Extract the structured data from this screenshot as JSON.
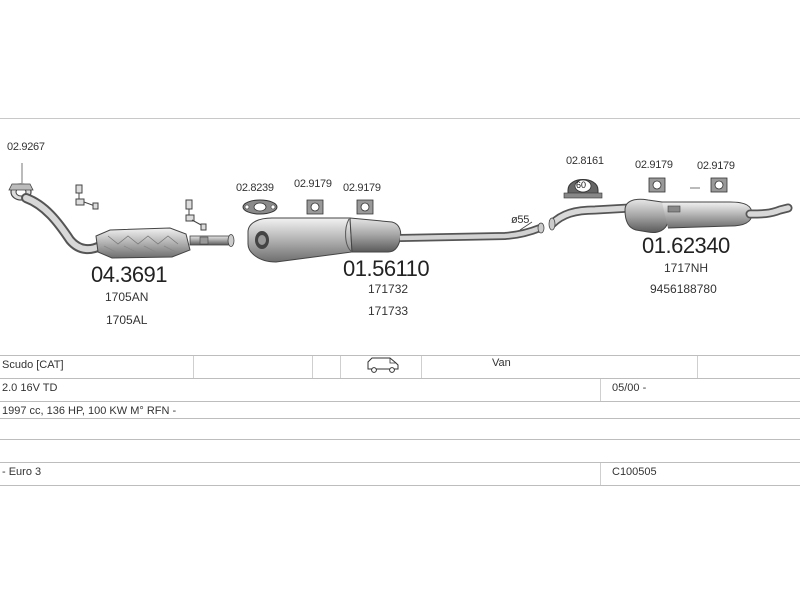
{
  "parts": {
    "clamp_1": "02.9267",
    "catalyst_code": "04.3691",
    "catalyst_ref_1": "1705AN",
    "catalyst_ref_2": "1705AL",
    "gasket_code": "02.8239",
    "mount_1": "02.9179",
    "mount_2": "02.9179",
    "middle_code": "01.56110",
    "middle_ref_1": "171732",
    "middle_ref_2": "171733",
    "pipe_diameter": "ø55",
    "hanger_code": "02.8161",
    "hanger_badge": "60",
    "mount_3": "02.9179",
    "mount_4": "02.9179",
    "rear_code": "01.62340",
    "rear_ref_1": "1717NH",
    "rear_ref_2": "9456188780"
  },
  "table": {
    "model": "Scudo  [CAT]",
    "body_type": "Van",
    "engine": "2.0 16V TD",
    "date_range": "05/00 -",
    "spec": "1997 cc, 136 HP, 100 KW M° RFN -",
    "emission": "- Euro 3",
    "ref_code": "C100505"
  },
  "icons": {
    "vehicle": "van-icon"
  }
}
